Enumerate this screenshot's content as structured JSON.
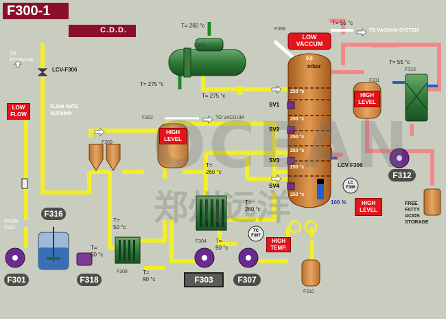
{
  "header": {
    "title": "F300-1",
    "subtitle": "C.D.D."
  },
  "left": {
    "to_storage": "TO\nSTORAGE",
    "valve_tag": "LCV-F306",
    "low_flow": "LOW\nFLOW",
    "flow_rate_label": "FLOW RATE",
    "flow_rate_value": "41508lit/h",
    "from_label": "FROM\nF263"
  },
  "equipment": {
    "f301": "F301",
    "f302": "F302",
    "f303": "F303",
    "f304": "F304",
    "f305": "F305",
    "f306": "F306",
    "f307": "F307",
    "f308": "F308",
    "f309": "F309",
    "f310": "F310",
    "f311": "F311",
    "f312": "F312",
    "f313": "F313",
    "f316": "F316",
    "f318": "F318"
  },
  "temperatures": {
    "t_f305_top": "T= 260 °c",
    "t_f305_left": "T= 275 °c",
    "t_f305_bottom": "T= 275 °c",
    "t_vac_top": "T= 55 °c",
    "t_f313": "T= 55 °c",
    "t_mid": "T=\n260 °c",
    "t_f304_left": "T=\n260 °c",
    "t_f308_top": "T=\n50 °c",
    "t_f308_side": "T=\n50 °c",
    "t_f304_bottom": "T=\n90 °c",
    "t_f308_bottom": "T=\n90 °c"
  },
  "column": {
    "low_vaccum": "LOW\nVACCUM",
    "vac_value": "0.0",
    "vac_unit": "mbar",
    "tray_temps": [
      "250 °c",
      "250 °c",
      "250 °c",
      "250 °c",
      "250 °c",
      "250 °c"
    ],
    "sv_labels": [
      "SV1",
      "SV2",
      "SV3",
      "SV4"
    ],
    "level_pct": "100 %"
  },
  "alarms": {
    "high_level_f302": "HIGH\nLEVEL",
    "high_level_f311": "HIGH\nLEVEL",
    "high_level_column": "HIGH\nLEVEL",
    "high_temp": "HIGH\nTEMP."
  },
  "tags": {
    "to_vacuum_system": "TO VACUUM SYSTEM",
    "to_vacuum": "TO VACUUM",
    "lcv_f306_right": "LCV F306",
    "lc_f306": "LC\nF306",
    "tc_f307": "TC\nF307"
  },
  "storage": {
    "free_fatty": "FREE\nFATTY\nACIDS\nSTORAGE"
  },
  "watermark": {
    "latin": "OCEAN",
    "cjk": "郑州远洋"
  },
  "colors": {
    "alarm_red": "#e3141c",
    "pipe_yellow": "#f2ee2c",
    "pipe_pink": "#f08a8a",
    "equipment_green": "#2e7d32",
    "vessel_copper": "#c8752a",
    "pump_purple": "#6a2b8f",
    "header_maroon": "#8a0f2a"
  }
}
